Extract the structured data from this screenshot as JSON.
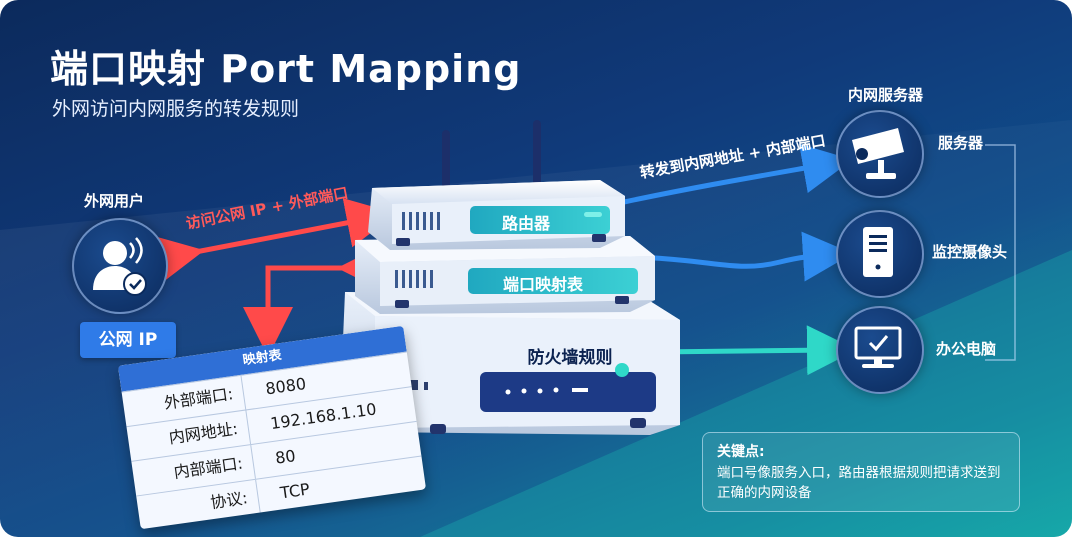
{
  "header": {
    "title": "端口映射 Port Mapping",
    "subtitle": "外网访问内网服务的转发规则"
  },
  "external": {
    "user_label": "外网用户",
    "public_ip": "公网 IP"
  },
  "arrows": {
    "incoming": "访问公网 IP + 外部端口",
    "forward": "转发到内网地址 + 内部端口"
  },
  "device": {
    "router": "路由器",
    "mapping_table": "端口映射表",
    "firewall": "防火墙规则"
  },
  "internal": {
    "group_label": "内网服务器",
    "items": [
      {
        "label": "服务器",
        "icon": "camera-icon"
      },
      {
        "label": "监控摄像头",
        "icon": "server-icon"
      },
      {
        "label": "办公电脑",
        "icon": "computer-icon"
      }
    ]
  },
  "mapping_table": {
    "title": "映射表",
    "rows": [
      {
        "key": "外部端口:",
        "value": "8080"
      },
      {
        "key": "内网地址:",
        "value": "192.168.1.10"
      },
      {
        "key": "内部端口:",
        "value": "80"
      },
      {
        "key": "协议:",
        "value": "TCP"
      }
    ]
  },
  "key_point": {
    "title": "关键点:",
    "body": "端口号像服务入口，路由器根据规则把请求送到正确的内网设备"
  },
  "colors": {
    "accent_blue": "#2f7be8",
    "arrow_red": "#ff4a4a",
    "arrow_teal": "#2fd8c8",
    "device_label_teal": "#2bb8c8"
  }
}
